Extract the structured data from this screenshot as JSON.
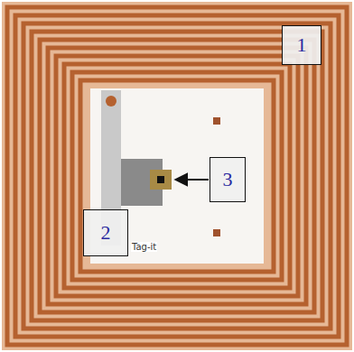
{
  "diagram": {
    "nodes": [
      {
        "text": [
          "1"
        ]
      },
      {
        "text": [
          "2"
        ]
      },
      {
        "text": [
          "3"
        ]
      }
    ],
    "labels": [
      "Tag-it"
    ]
  }
}
